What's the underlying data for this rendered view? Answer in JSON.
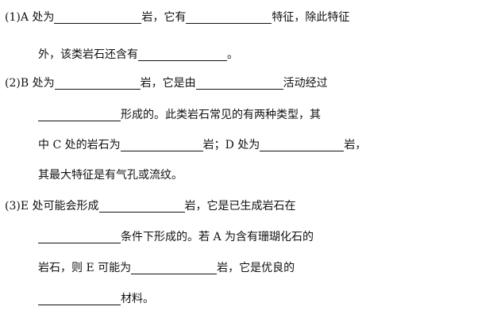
{
  "questions": [
    {
      "number": "(1)",
      "lines": [
        {
          "parts": [
            "A 处为",
            "岩，它有",
            "特征，除此特征"
          ]
        },
        {
          "parts": [
            "外，该类岩石还含有",
            "。"
          ]
        }
      ]
    },
    {
      "number": "(2)",
      "lines": [
        {
          "parts": [
            "B 处为",
            "岩，它是由",
            "活动经过"
          ]
        },
        {
          "parts": [
            "",
            "形成的。此类岩石常见的有两种类型，其"
          ]
        },
        {
          "parts": [
            "中 C 处的岩石为",
            "岩；D 处为",
            "岩，"
          ]
        },
        {
          "parts": [
            "其最大特征是有气孔或流纹。"
          ]
        }
      ]
    },
    {
      "number": "(3)",
      "lines": [
        {
          "parts": [
            "E 处可能会形成",
            "岩，它是已生成岩石在"
          ]
        },
        {
          "parts": [
            "",
            "条件下形成的。若 A 为含有珊瑚化石的"
          ]
        },
        {
          "parts": [
            "岩石，则 E 可能为",
            "岩，它是优良的"
          ]
        },
        {
          "parts": [
            "",
            "材料。"
          ]
        }
      ]
    }
  ]
}
